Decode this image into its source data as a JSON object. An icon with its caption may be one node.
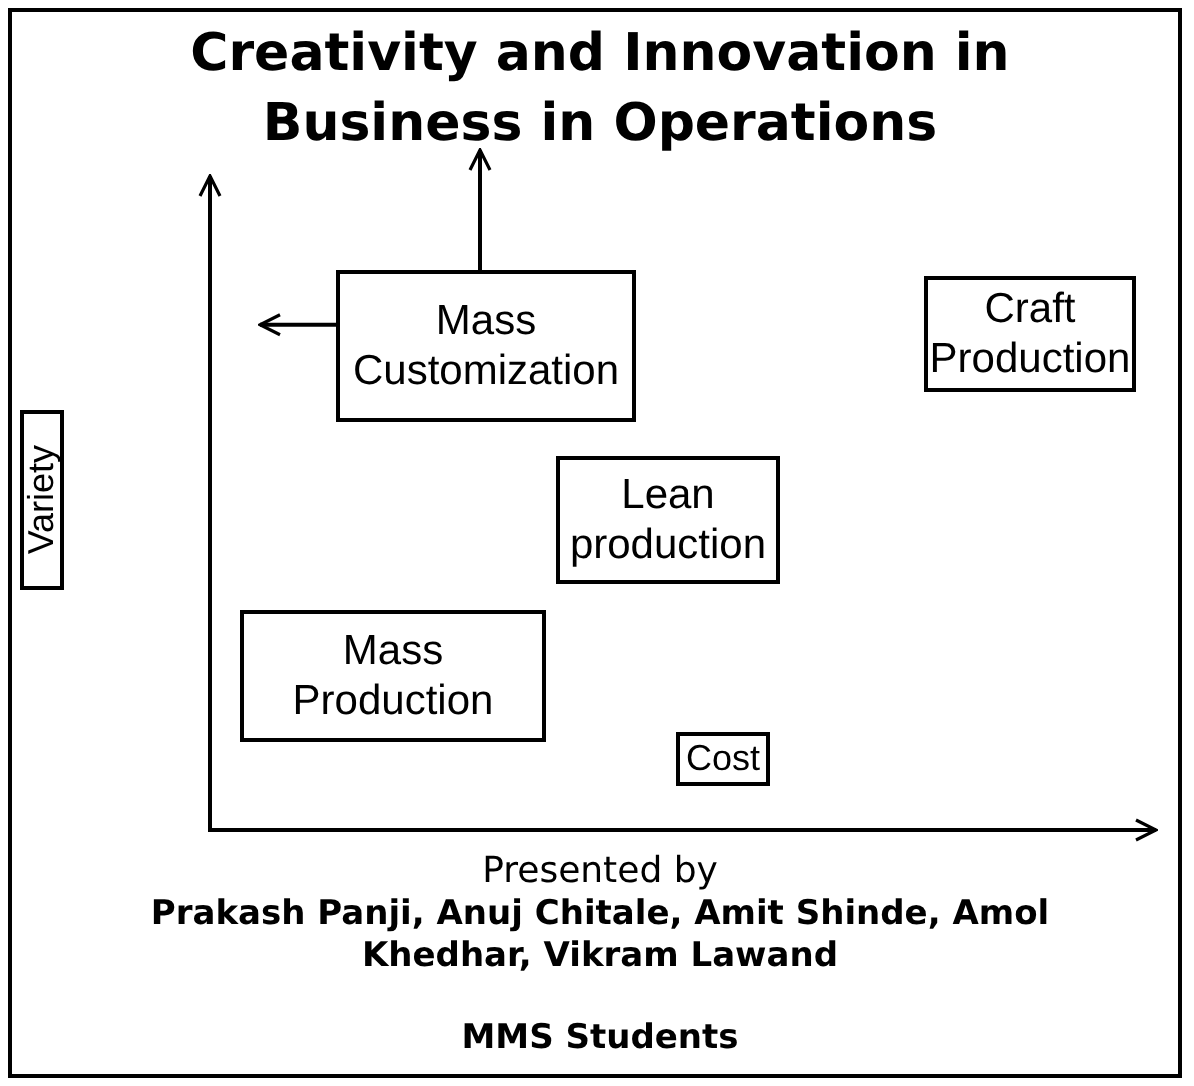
{
  "diagram": {
    "title": "Creativity and Innovation in Business in Operations",
    "nodes": [
      {
        "text": [
          "Variety"
        ]
      },
      {
        "text": [
          "Mass Customization"
        ]
      },
      {
        "text": [
          "Craft Production"
        ]
      },
      {
        "text": [
          "Lean production"
        ]
      },
      {
        "text": [
          "Mass Production"
        ]
      },
      {
        "text": [
          "Cost"
        ]
      }
    ],
    "edges": [
      {
        "from": 1,
        "to": null,
        "arrow": "to"
      },
      {
        "from": 1,
        "to": null,
        "arrow": "to"
      }
    ],
    "labels": [
      "Presented by",
      "Prakash Panji, Anuj Chitale, Amit Shinde, Amol Khedhar, Vikram Lawand",
      "MMS Students"
    ]
  }
}
